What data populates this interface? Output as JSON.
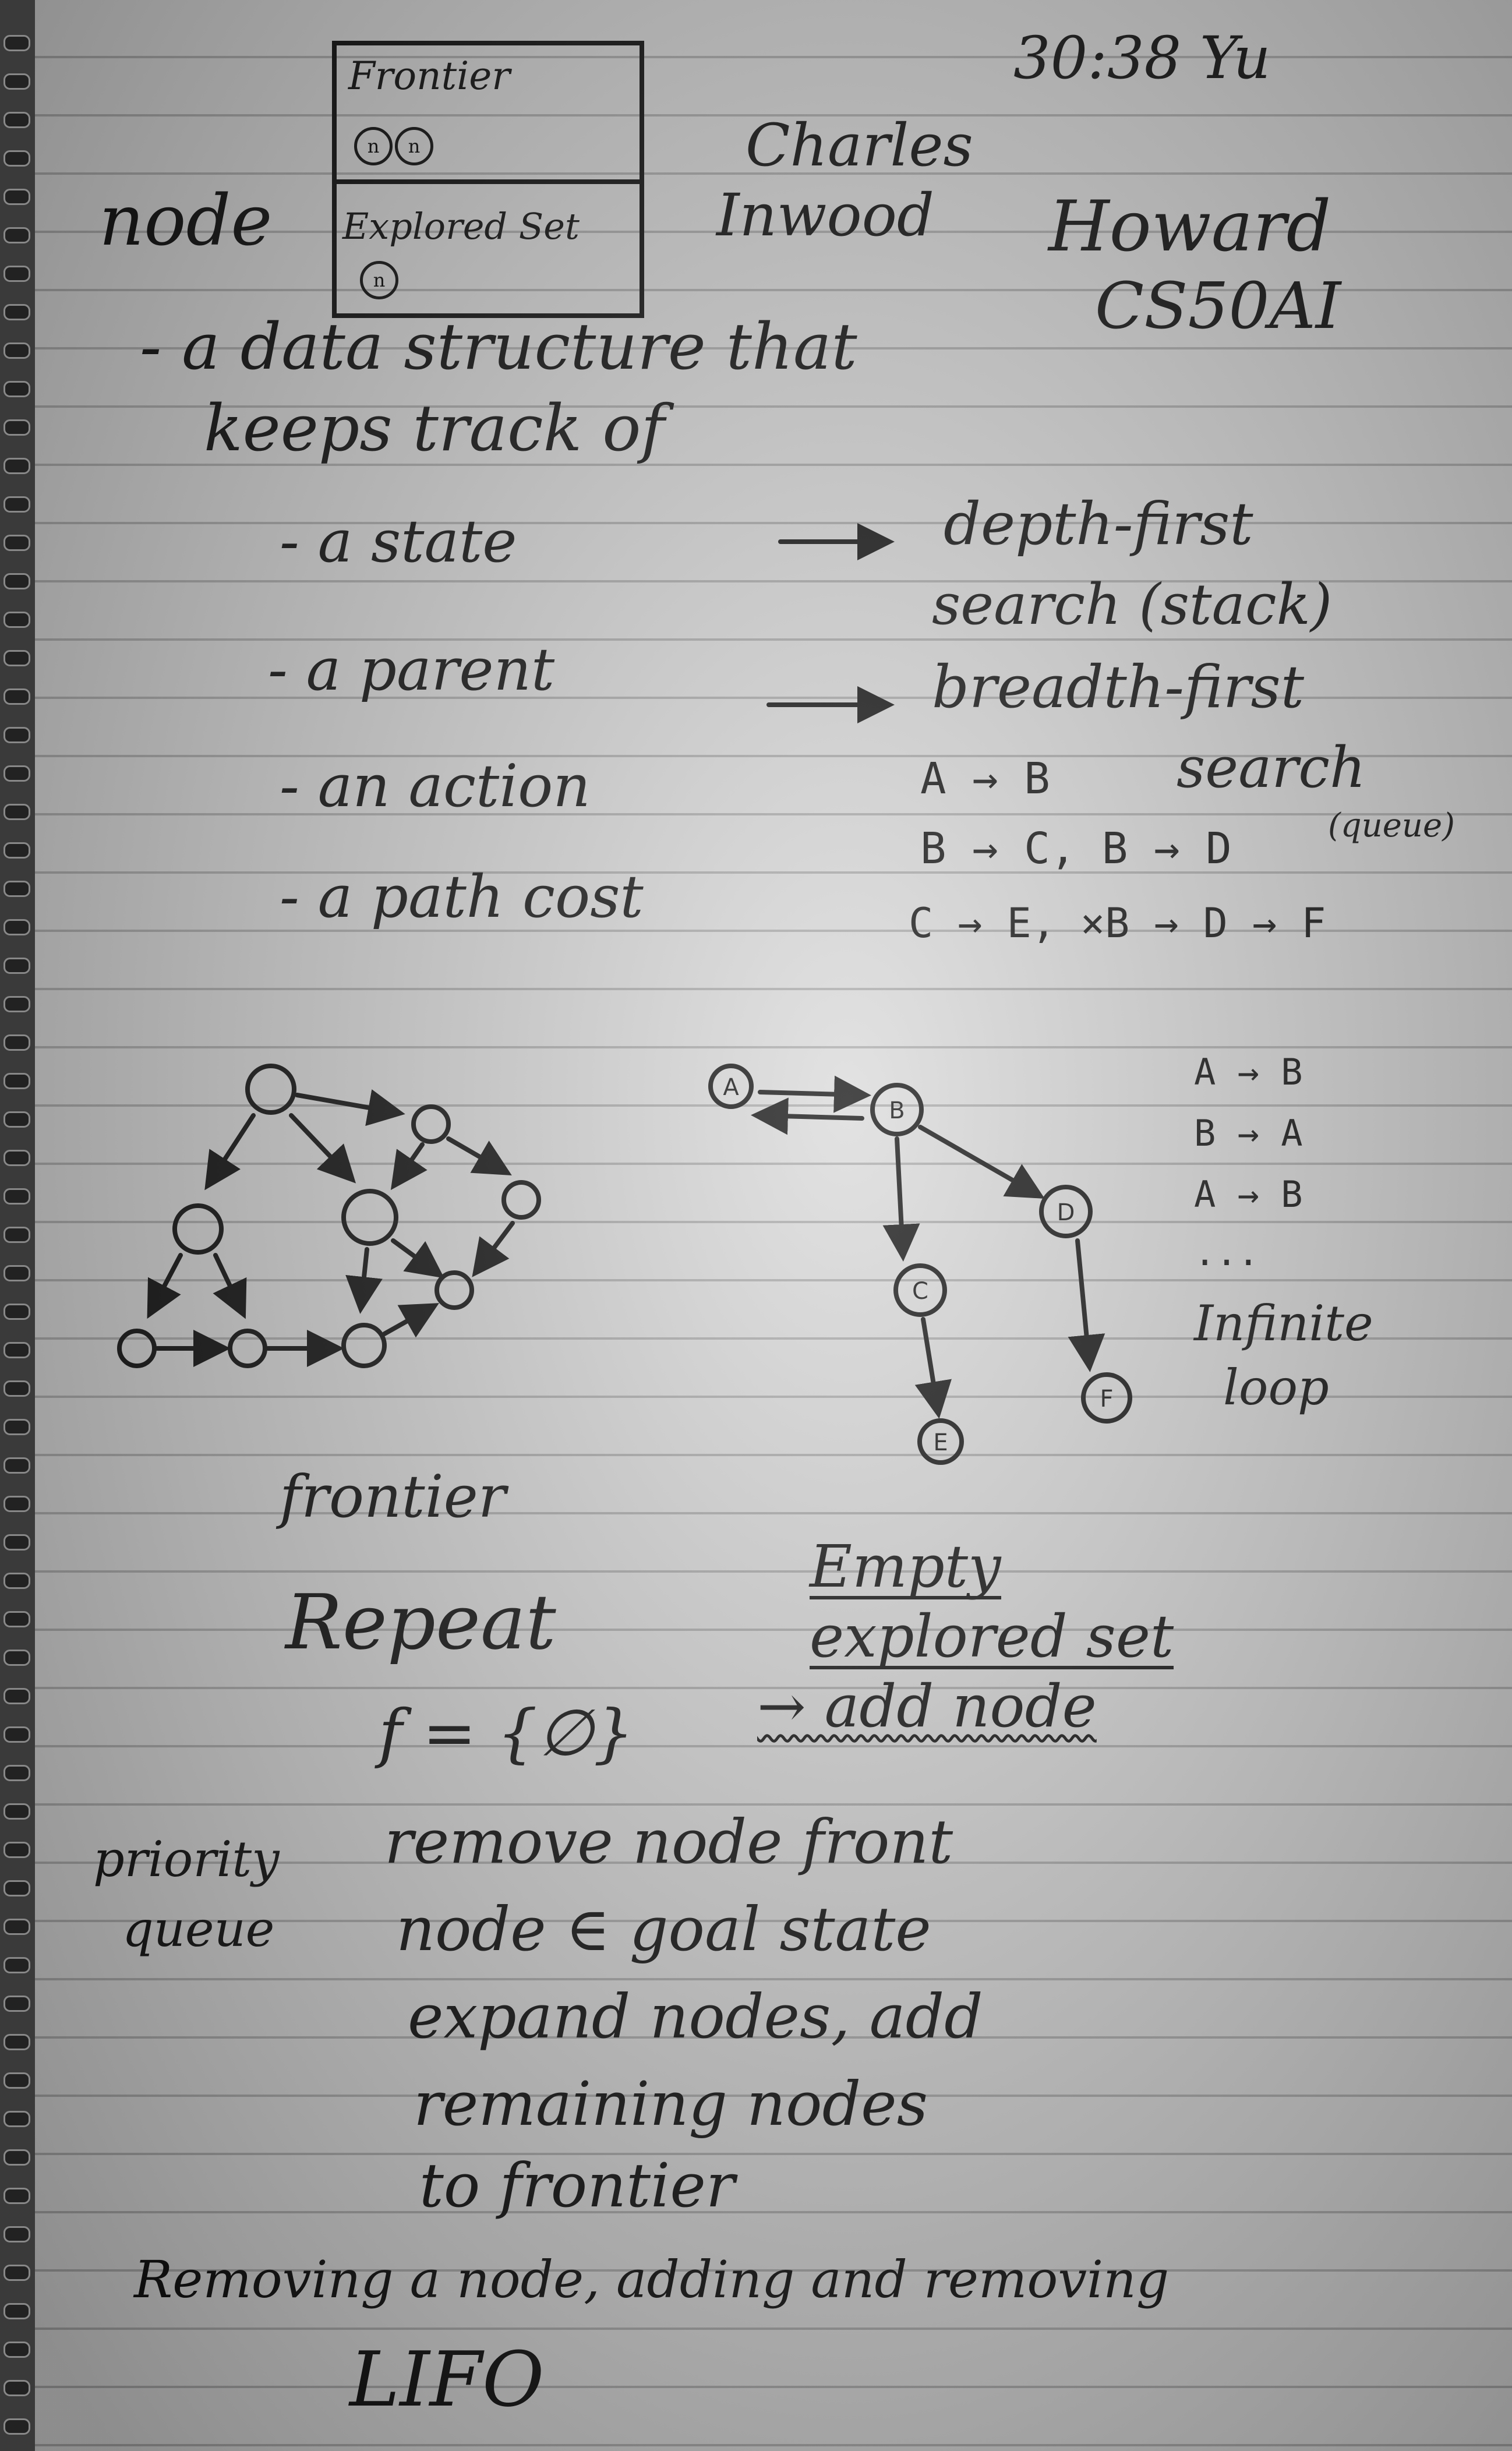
{
  "header": {
    "timestamp": "30:38 Yu",
    "author_first": "Charles",
    "author_last": "Inwood",
    "course_name": "Howard",
    "course_code": "CS50AI"
  },
  "box": {
    "frontier_label": "Frontier",
    "frontier_nodes": [
      "n",
      "n"
    ],
    "explored_label": "Explored Set",
    "explored_nodes": [
      "n"
    ]
  },
  "definition": {
    "term": "node",
    "line1": "- a data structure that",
    "line2": "keeps track of",
    "items": [
      "- a state",
      "- a parent",
      "- an action",
      "- a path cost"
    ]
  },
  "search": {
    "dfs_line1": "depth-first",
    "dfs_line2": "search (stack)",
    "bfs_line1": "breadth-first",
    "bfs_line2": "search",
    "bfs_note": "(queue)",
    "trace": [
      "A → B",
      "B → C,  B → D",
      "C → E, ×B → D → F"
    ]
  },
  "graph_right": {
    "nodes": [
      "A",
      "B",
      "D",
      "C",
      "F",
      "E"
    ],
    "loop": [
      "A → B",
      "B → A",
      "A → B",
      "..."
    ],
    "loop_note_1": "Infinite",
    "loop_note_2": "loop"
  },
  "algorithm": {
    "frontier_word": "frontier",
    "repeat": "Repeat",
    "formula": "f = {∅}",
    "empty": "Empty",
    "explored_set": "explored set",
    "add_node": "→ add node",
    "side_note_1": "priority",
    "side_note_2": "queue",
    "steps": [
      "remove node front",
      "node ∈ goal state",
      "expand nodes, add",
      "remaining nodes",
      "to frontier"
    ],
    "footer": "Removing a node, adding and removing",
    "footer_2": "LIFO"
  }
}
